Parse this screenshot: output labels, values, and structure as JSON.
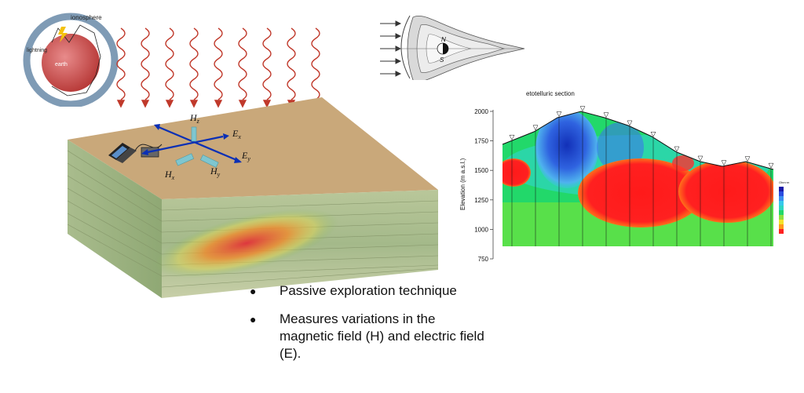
{
  "earth_inset": {
    "ionosphere_label": "ionosphere",
    "lightning_label": "lightning",
    "earth_label": "earth"
  },
  "magnetosphere": {
    "north_label": "N",
    "south_label": "S"
  },
  "block": {
    "sensor_labels": {
      "hz": "H",
      "hz_sub": "z",
      "ex": "E",
      "ex_sub": "x",
      "ey": "E",
      "ey_sub": "y",
      "hx": "H",
      "hx_sub": "x",
      "hy": "H",
      "hy_sub": "y"
    }
  },
  "section": {
    "title": "etotelluric section",
    "ylabel": "Elevation (m a.s.l.)",
    "y_ticks": [
      "2000",
      "1750",
      "1500",
      "1250",
      "1000",
      "750"
    ],
    "legend_title": "Ohm·m"
  },
  "chart_data": {
    "type": "heatmap",
    "title": "etotelluric section",
    "ylabel": "Elevation (m a.s.l.)",
    "y_ticks": [
      2000,
      1750,
      1500,
      1250,
      1000,
      750
    ],
    "ylim": [
      750,
      2000
    ]
  },
  "bullets": [
    {
      "text": "Passive exploration technique"
    },
    {
      "text": "Measures variations in the magnetic field (H) and electric field (E)."
    }
  ]
}
